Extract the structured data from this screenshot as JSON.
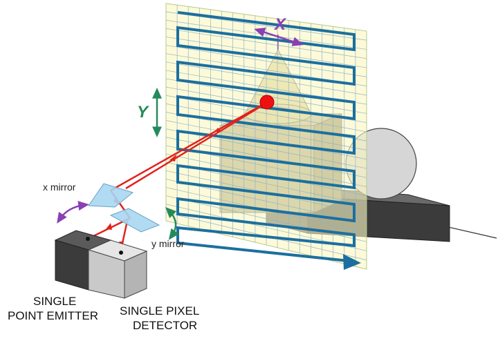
{
  "labels": {
    "x_axis": "X",
    "y_axis": "Y",
    "x_mirror": "x mirror",
    "y_mirror": "y mirror",
    "emitter_line1": "SINGLE",
    "emitter_line2": "POINT EMITTER",
    "detector_line1": "SINGLE PIXEL",
    "detector_line2": "DETECTOR"
  },
  "colors": {
    "grid_fill": "#fbf7c2",
    "grid_line": "#8fb4c6",
    "scan_path": "#1c6f9e",
    "laser": "#e0231b",
    "laser_spot": "#ee1111",
    "x_arrow": "#8a3fb4",
    "y_arrow": "#258a5a",
    "mirror": "#a9d6f2",
    "dark_box": "#3b3b3b",
    "light_box": "#cfcfcf"
  },
  "icons": {
    "x_arrow": "double-headed-arrow-icon",
    "y_arrow": "double-headed-arrow-icon",
    "rotation": "curved-arrow-icon"
  }
}
